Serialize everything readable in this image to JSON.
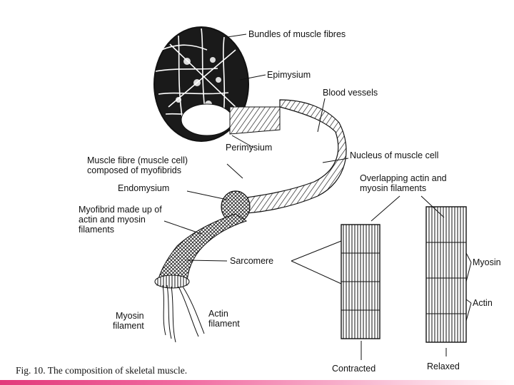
{
  "labels": {
    "bundles": "Bundles of muscle fibres",
    "epimysium": "Epimysium",
    "blood_vessels": "Blood vessels",
    "perimysium": "Perimysium",
    "muscle_fibre_1": "Muscle fibre (muscle cell)",
    "muscle_fibre_2": "composed of myofibrids",
    "nucleus": "Nucleus of muscle cell",
    "overlap_1": "Overlapping actin and",
    "overlap_2": "myosin filaments",
    "endomysium": "Endomysium",
    "myofibrid_1": "Myofibrid made up of",
    "myofibrid_2": "actin and myosin",
    "myofibrid_3": "filaments",
    "sarcomere": "Sarcomere",
    "myosin": "Myosin",
    "actin": "Actin",
    "myosin_filament_1": "Myosin",
    "myosin_filament_2": "filament",
    "actin_filament_1": "Actin",
    "actin_filament_2": "filament",
    "contracted": "Contracted",
    "relaxed": "Relaxed"
  },
  "caption": "Fig. 10. The composition of skeletal muscle.",
  "colors": {
    "ink": "#111111",
    "accent_bar": "#e23a7a"
  }
}
